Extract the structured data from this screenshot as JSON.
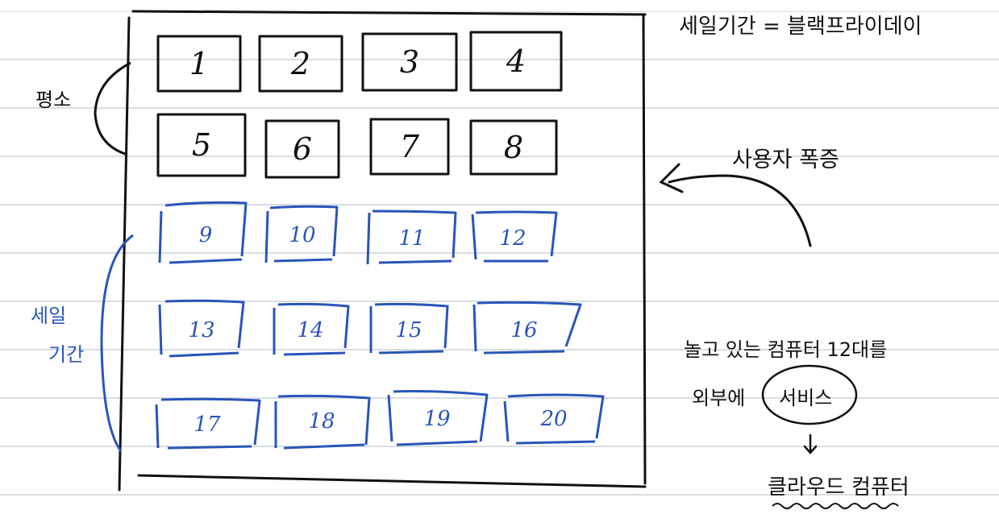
{
  "top_note": "세일기간 = 블랙프라이데이",
  "left_labels": {
    "normal": "평소",
    "sale_line1": "세일",
    "sale_line2": "기간"
  },
  "arrow_label": "사용자 폭증",
  "service_note": {
    "line1": "놀고 있는 컴퓨터 12대를",
    "line2_prefix": "외부에",
    "circled": "서비스",
    "result": "클라우드 컴퓨터"
  },
  "boxes": {
    "black": [
      "1",
      "2",
      "3",
      "4",
      "5",
      "6",
      "7",
      "8"
    ],
    "blue": [
      "9",
      "10",
      "11",
      "12",
      "13",
      "14",
      "15",
      "16",
      "17",
      "18",
      "19",
      "20"
    ]
  },
  "colors": {
    "ink_black": "#111111",
    "ink_blue": "#2a55b8"
  }
}
